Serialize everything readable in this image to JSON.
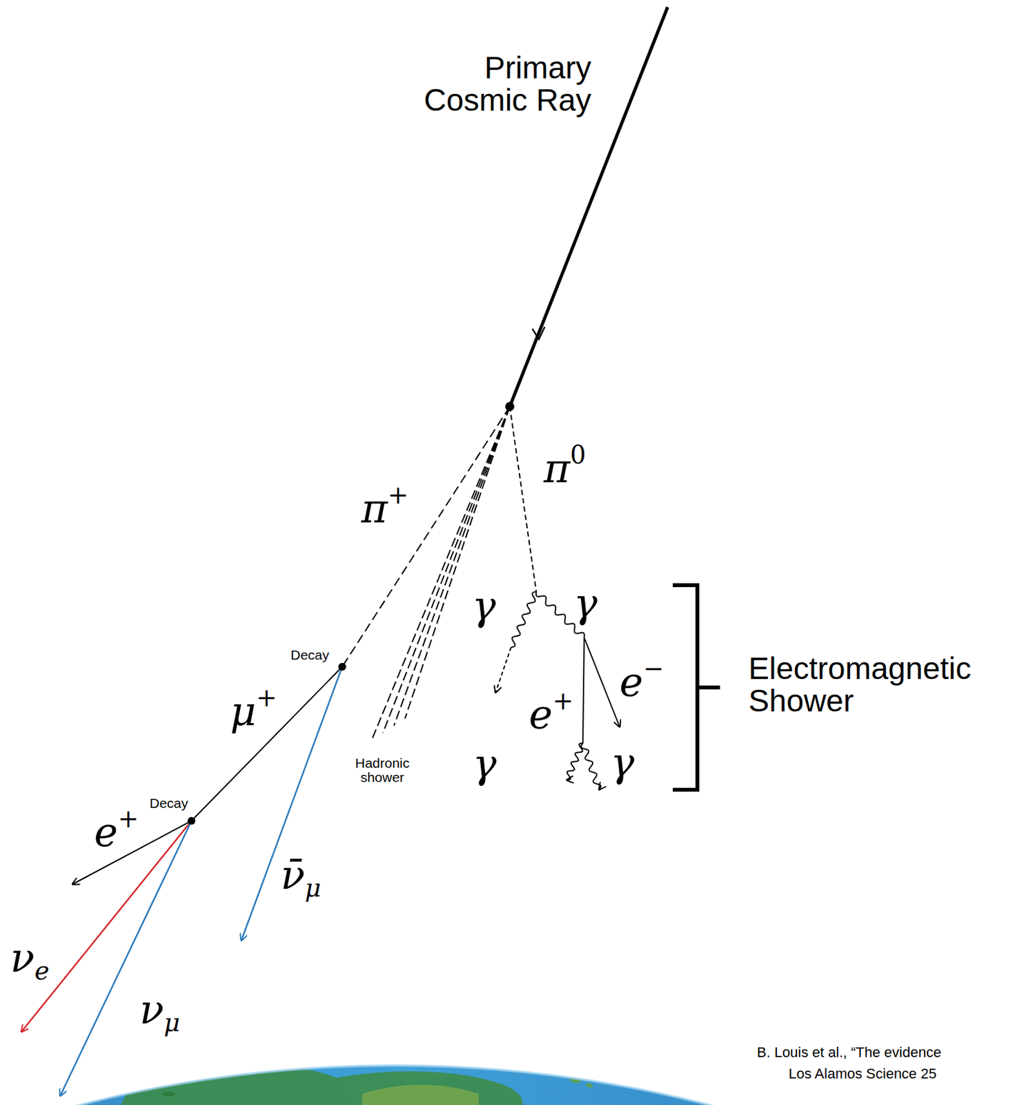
{
  "diagram": {
    "labels": [
      "Primary Cosmic Ray",
      "π+",
      "π0",
      "Decay",
      "μ+",
      "Hadronic shower",
      "γ",
      "γ",
      "e−",
      "e+",
      "γ",
      "γ",
      "Electromagnetic Shower",
      "Decay",
      "e+",
      "ν̄μ",
      "νe",
      "νμ",
      "B. Louis et al., “The evidence",
      "Los Alamos Science 25"
    ]
  }
}
